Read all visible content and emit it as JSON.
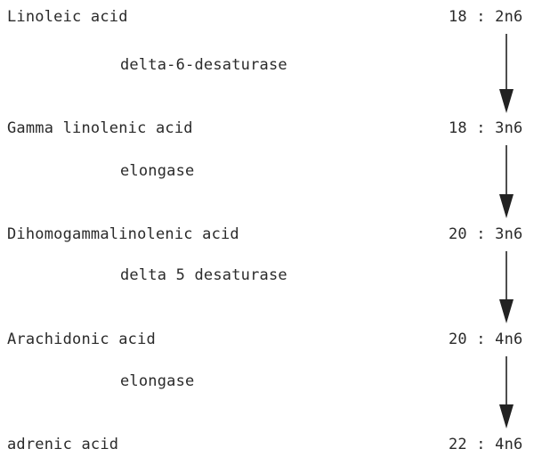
{
  "pathway": [
    {
      "acid": "Linoleic acid",
      "notation": "18 : 2n6",
      "enzyme": "delta-6-desaturase"
    },
    {
      "acid": "Gamma linolenic acid",
      "notation": "18 : 3n6",
      "enzyme": "elongase"
    },
    {
      "acid": "Dihomogammalinolenic acid",
      "notation": "20 : 3n6",
      "enzyme": "delta 5 desaturase"
    },
    {
      "acid": "Arachidonic acid",
      "notation": "20 : 4n6",
      "enzyme": "elongase"
    },
    {
      "acid": "adrenic acid",
      "notation": "22 : 4n6"
    }
  ],
  "colors": {
    "text": "#2a2a2a",
    "arrow": "#222222"
  },
  "icons": {
    "step_arrow": "down-arrow-icon"
  }
}
